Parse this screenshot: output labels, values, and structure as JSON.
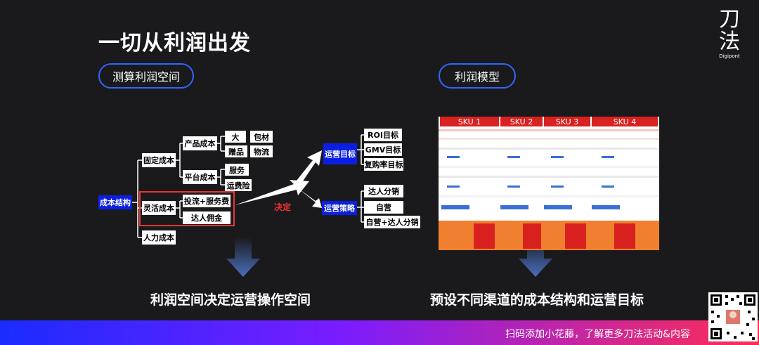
{
  "slide": {
    "title": "一切从利润出发",
    "pill_left": "测算利润空间",
    "pill_right": "利润模型",
    "caption_left": "利润空间决定运营操作空间",
    "caption_right": "预设不同渠道的成本结构和运营目标",
    "decide": "决定"
  },
  "tree": {
    "root": "成本结构",
    "fixed": "固定成本",
    "variable": "灵活成本",
    "labor": "人力成本",
    "product_cost": "产品成本",
    "platform_cost": "平台成本",
    "big": "大",
    "packaging": "包材",
    "gifts": "赠品",
    "logistics": "物流",
    "service": "服务",
    "shipping_ins": "运费险",
    "ads": "投流+服务费",
    "commission": "达人佣金",
    "ops_goal": "运营目标",
    "ops_strategy": "运营策略",
    "roi": "ROI目标",
    "gmv": "GMV目标",
    "repurchase": "复购率目标",
    "kol": "达人分销",
    "self": "自营",
    "self_kol": "自营+达人分销"
  },
  "table": {
    "skus": [
      "SKU 1",
      "SKU 2",
      "SKU 3",
      "SKU 4"
    ]
  },
  "footer": {
    "text": "扫码添加小花藤，了解更多刀法活动&内容"
  },
  "brand": {
    "char1": "刀",
    "char2": "法",
    "en": "Digipont"
  },
  "colors": {
    "accent_blue": "#0b1fe3",
    "red": "#e33333",
    "sku_red": "#d9211f",
    "orange": "#f08030"
  }
}
